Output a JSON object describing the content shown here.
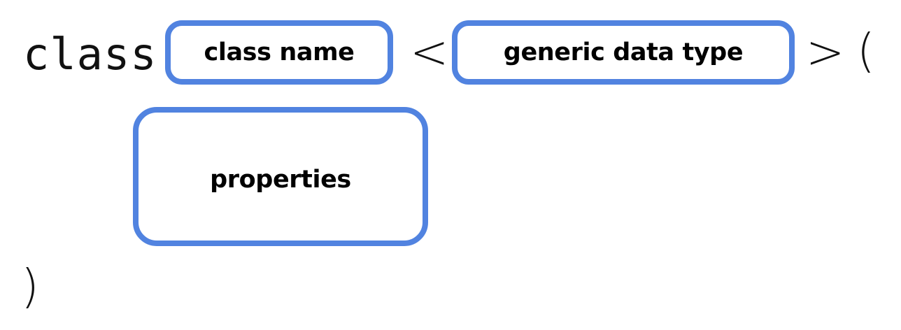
{
  "diagram": {
    "kind": "code-template-diagram",
    "background_color": "#ffffff",
    "accent_color": "#5183e0",
    "text_color": "#000000",
    "syntax": {
      "keyword_class": "class",
      "angle_open": "<",
      "angle_close": ">",
      "paren_open": "(",
      "paren_close": ")"
    },
    "slots": [
      {
        "id": "class-name",
        "label": "class name",
        "border_color": "#5183e0"
      },
      {
        "id": "generic-data-type",
        "label": "generic data type",
        "border_color": "#5183e0"
      },
      {
        "id": "properties",
        "label": "properties",
        "border_color": "#5183e0"
      }
    ]
  }
}
